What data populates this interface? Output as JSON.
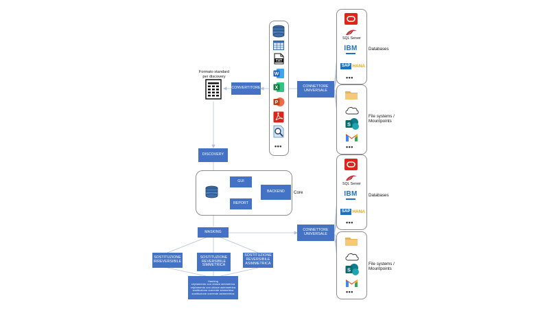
{
  "labels": {
    "formato": "Formato standard\nper discovery",
    "databases_top": "Databases",
    "filesystems_top": "File systems /\nMountpoints",
    "databases_bottom": "Databases",
    "filesystems_bottom": "File systems /\nMountpoints",
    "core": "Core"
  },
  "boxes": {
    "convertitore": "CONVERTITORE",
    "connettore_top": "CONNETTORE\nUNIVERSALE",
    "discovery": "DISCOVERY",
    "gui": "GUI",
    "backend": "BACKEND",
    "report": "REPORT",
    "masking": "MASKING",
    "connettore_bottom": "CONNETTORE\nUNIVERSALE",
    "sost_irreversibile": "SOSTITUZIONE\nIRREVERSIBILE",
    "sost_reversibile_simmetrica": "SOSTITUZIONE\nREVERSIBILE\nSIMMETRICA",
    "sost_reversibile_asimmetrica": "SOSTITUZIONE\nREVERSIBILE\nASIMMETRICA",
    "hashing": "Hashing\ncriptamento con chiave simmetrica\ncriptamento con chiave asimmetrica\nsostituzione coerente simmetrica\nsostituzione coerente asimmetrica"
  },
  "logos": {
    "sql_server": "SQL Server",
    "ibm": "IBM",
    "sap": "SAP",
    "hana": "HANA",
    "txt": "TXT",
    "word": "W",
    "excel": "X",
    "powerpoint": "P",
    "sharepoint": "S",
    "ellipsis": "•••"
  },
  "icons": [
    "database-icon",
    "table-icon",
    "txt-file-icon",
    "word-icon",
    "excel-icon",
    "powerpoint-icon",
    "pdf-icon",
    "magnifier-icon",
    "oracle-icon",
    "sql-server-icon",
    "ibm-icon",
    "sap-hana-icon",
    "folder-icon",
    "cloud-icon",
    "sharepoint-icon",
    "gmail-icon",
    "grid-doc-icon"
  ],
  "colors": {
    "box_fill": "#4472c4",
    "line": "#b4c0d6",
    "panel_border": "#8c8c8c"
  }
}
